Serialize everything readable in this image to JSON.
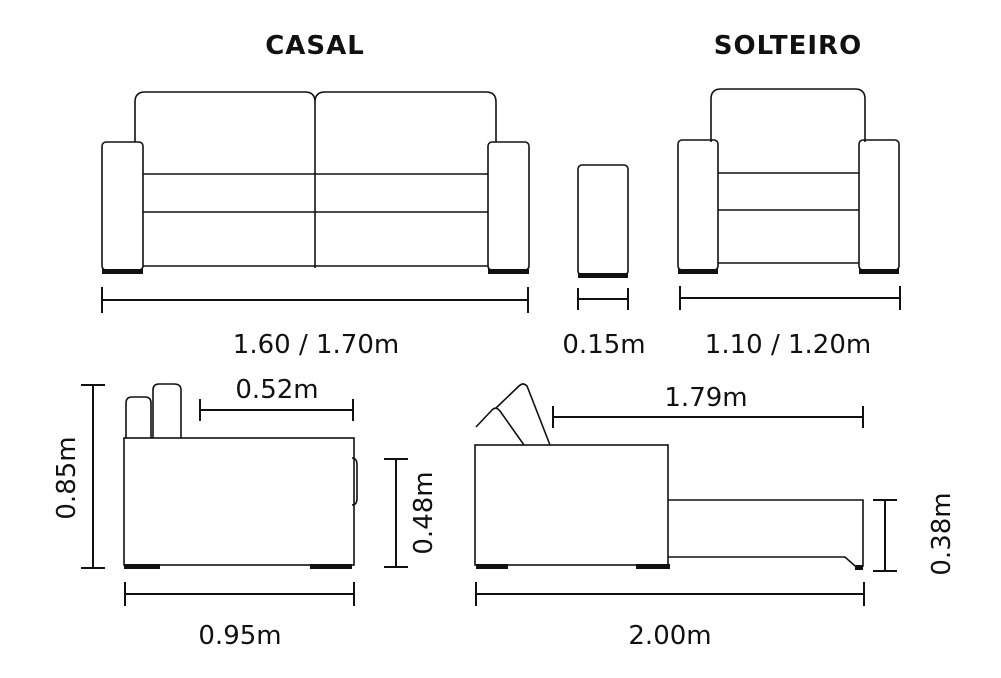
{
  "titles": {
    "casal": "CASAL",
    "solteiro": "SOLTEIRO"
  },
  "dimensions": {
    "casal_width": "1.60 / 1.70m",
    "arm_width": "0.15m",
    "solteiro_width": "1.10 / 1.20m",
    "total_height": "0.85m",
    "seat_depth": "0.52m",
    "seat_height": "0.48m",
    "closed_depth": "0.95m",
    "open_seat_length": "1.79m",
    "open_length": "2.00m",
    "footrest_height": "0.38m"
  }
}
